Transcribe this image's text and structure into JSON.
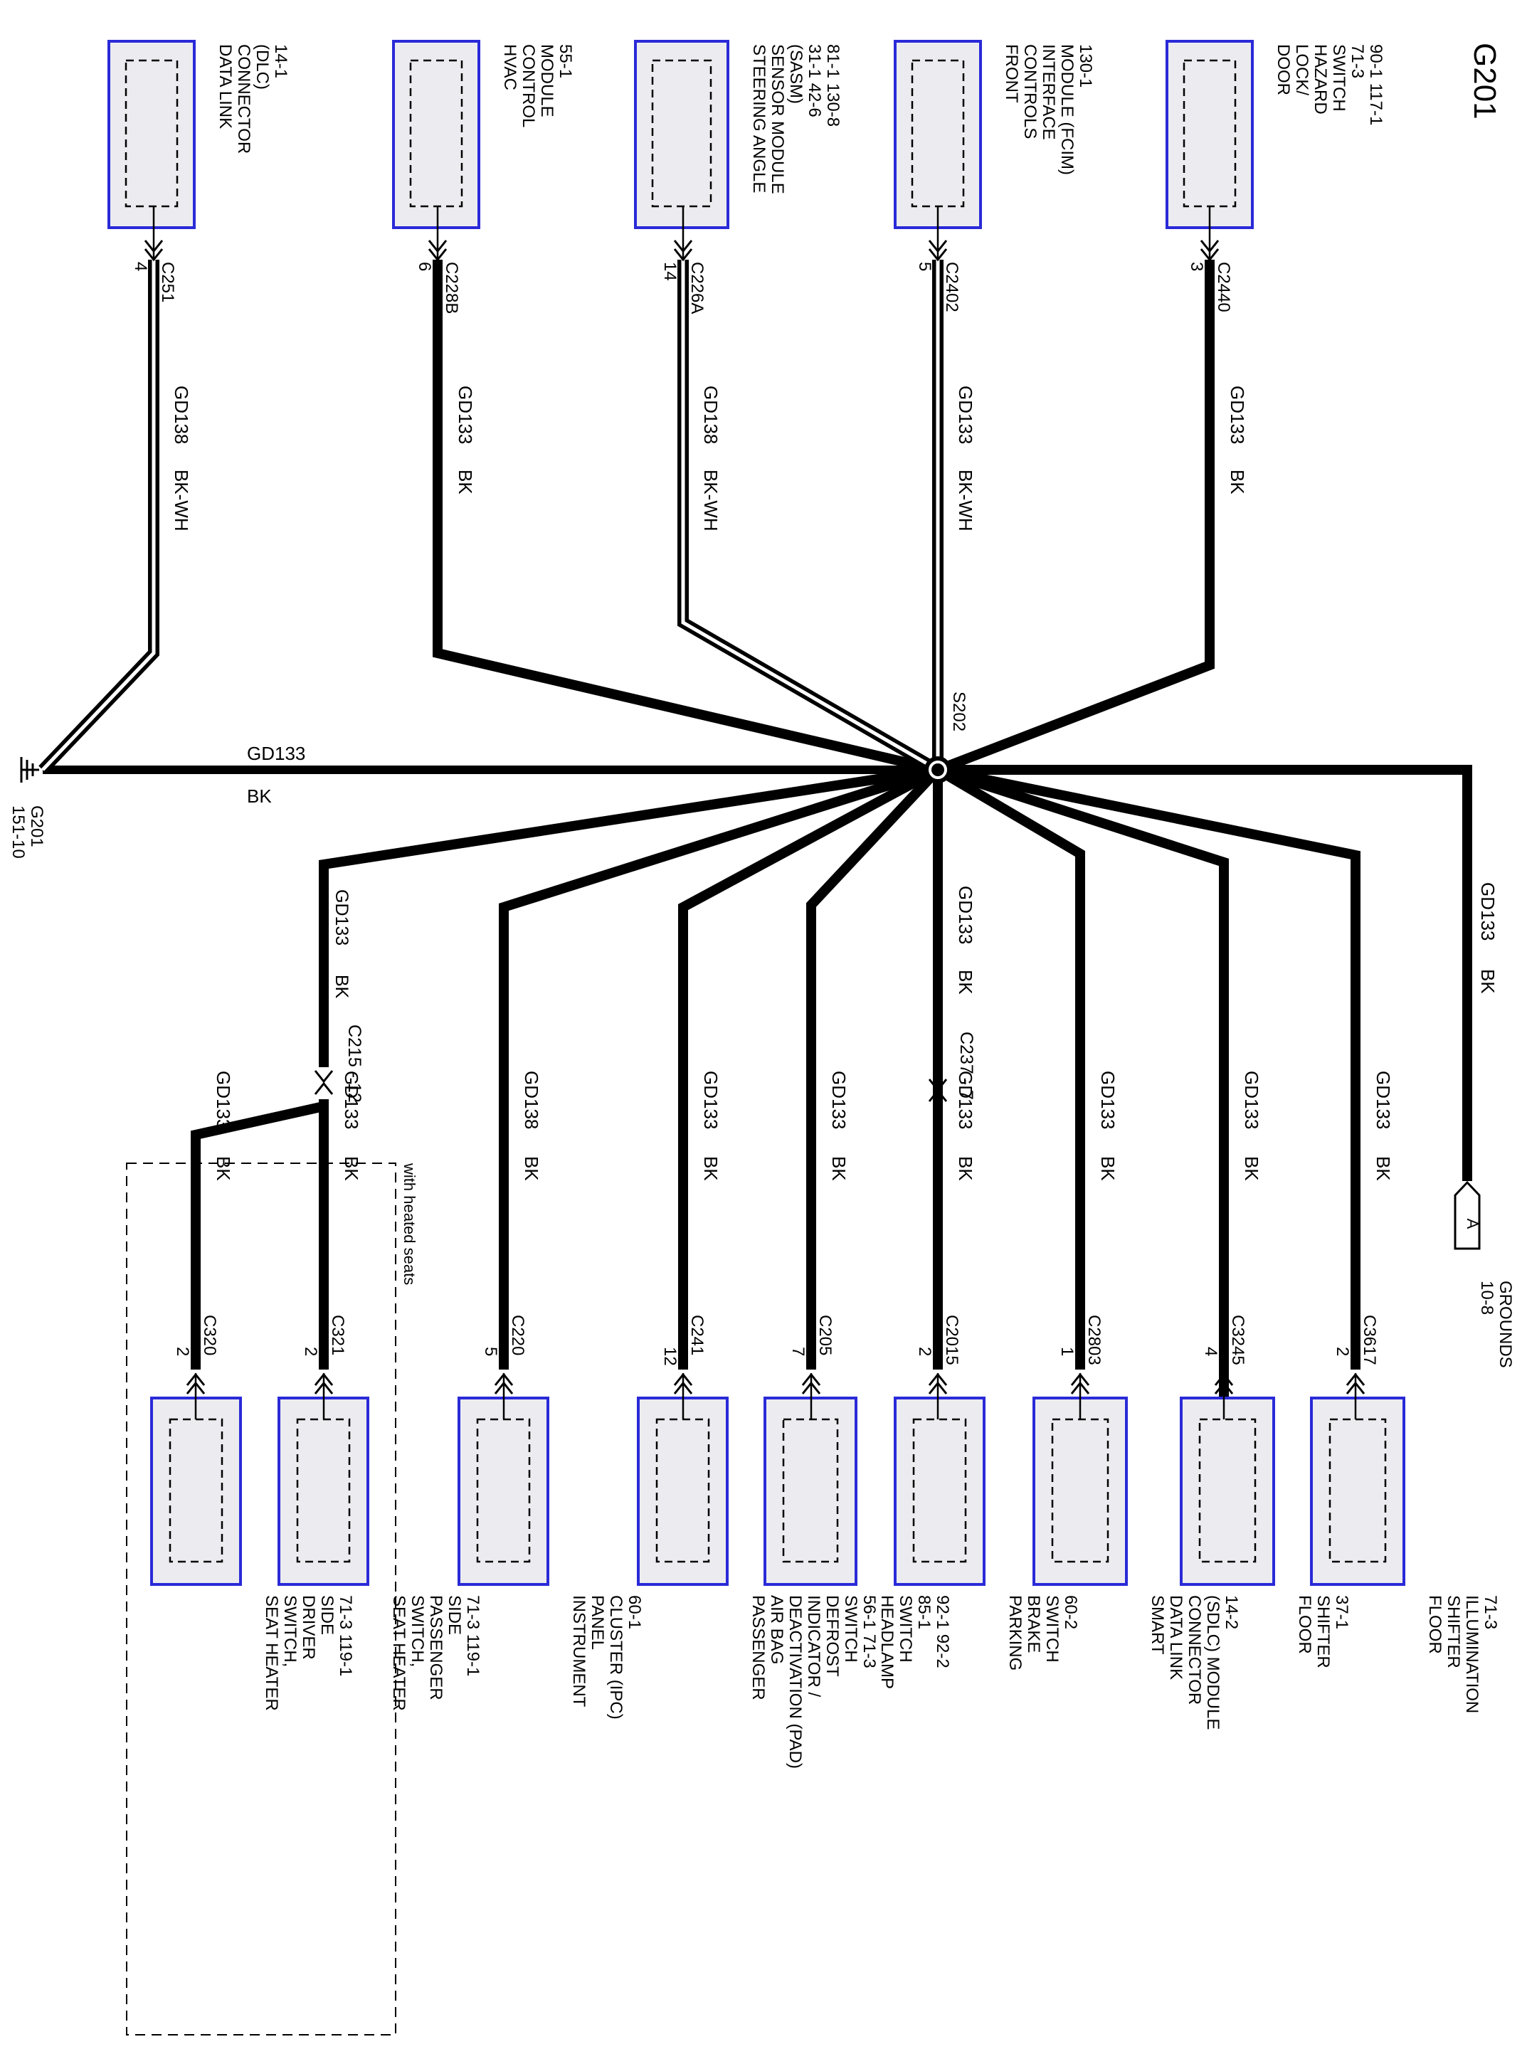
{
  "diagram": {
    "title": "G201",
    "splice": "S202",
    "ground_point": {
      "label": "G201",
      "ref": "151-10"
    },
    "ground_trunk": {
      "circuit": "GD133",
      "color": "BK"
    },
    "with_heated_seats": "with heated seats",
    "grounds_ref": {
      "letter": "A",
      "label": "GROUNDS",
      "ref": "10-8"
    },
    "upper_modules": [
      {
        "id": "door-lock",
        "lines": [
          "DOOR",
          "LOCK/",
          "HAZARD",
          "SWITCH",
          "71-3",
          "90-1          117-1"
        ],
        "connector": "C2440",
        "pin": "3",
        "circuit": "GD133",
        "color": "BK"
      },
      {
        "id": "fcim",
        "lines": [
          "FRONT",
          "CONTROLS",
          "INTERFACE",
          "MODULE (FCIM)",
          "130-1"
        ],
        "connector": "C2402",
        "pin": "5",
        "circuit": "GD133",
        "color": "BK-WH"
      },
      {
        "id": "sasm",
        "lines": [
          "STEERING ANGLE",
          "SENSOR MODULE",
          "(SASM)",
          "31-1          42-6",
          "81-1        130-8"
        ],
        "connector": "C226A",
        "pin": "14",
        "circuit": "GD138",
        "color": "BK-WH"
      },
      {
        "id": "hvac",
        "lines": [
          "HVAC",
          "CONTROL",
          "MODULE",
          "55-1"
        ],
        "connector": "C228B",
        "pin": "6",
        "circuit": "GD133",
        "color": "BK"
      },
      {
        "id": "dlc",
        "lines": [
          "DATA LINK",
          "CONNECTOR",
          "(DLC)",
          "14-1"
        ],
        "connector": "C251",
        "pin": "4",
        "circuit": "GD138",
        "color": "BK-WH"
      }
    ],
    "lower_modules": [
      {
        "id": "floor-shifter-illum",
        "lines": [
          "FLOOR",
          "SHIFTER",
          "ILLUMINATION",
          "71-3"
        ],
        "connector": "C3617",
        "pin": "2",
        "circuit": "GD133",
        "color": "BK"
      },
      {
        "id": "floor-shifter",
        "lines": [
          "FLOOR",
          "SHIFTER",
          "37-1"
        ],
        "connector": "C3245",
        "pin": "4",
        "circuit": "GD133",
        "color": "BK"
      },
      {
        "id": "sdlc",
        "lines": [
          "SMART",
          "DATA LINK",
          "CONNECTOR",
          "(SDLC) MODULE",
          "14-2"
        ],
        "connector": "C2803",
        "pin": "1",
        "circuit": "GD133",
        "color": "BK"
      },
      {
        "id": "parking-brake",
        "lines": [
          "PARKING",
          "BRAKE",
          "SWITCH",
          "60-2"
        ],
        "connector": "C2015",
        "pin": "2",
        "circuit": "GD133",
        "color": "BK",
        "inline": {
          "connector": "C237",
          "pin": "7",
          "circuit": "GD133",
          "color": "BK"
        }
      },
      {
        "id": "headlamp",
        "lines": [
          "HEADLAMP",
          "SWITCH",
          "85-1",
          "92-1    92-2"
        ],
        "connector": "C205",
        "pin": "7",
        "circuit": "GD133",
        "color": "BK"
      },
      {
        "id": "pad",
        "lines": [
          "PASSENGER",
          "AIR BAG",
          "DEACTIVATION (PAD)",
          "INDICATOR /",
          "DEFROST",
          "SWITCH",
          "56-1    71-3"
        ],
        "connector": "C241",
        "pin": "12",
        "circuit": "GD133",
        "color": "BK"
      },
      {
        "id": "ipc",
        "lines": [
          "INSTRUMENT",
          "PANEL",
          "CLUSTER (IPC)",
          "60-1"
        ],
        "connector": "C220",
        "pin": "5",
        "circuit": "GD138",
        "color": "BK"
      },
      {
        "id": "seat-pass",
        "lines": [
          "SEAT HEATER",
          "SWITCH,",
          "PASSENGER",
          "SIDE",
          "71-3        119-1"
        ],
        "connector": "C321",
        "pin": "2",
        "circuit": "GD133",
        "color": "BK"
      },
      {
        "id": "seat-drv",
        "lines": [
          "SEAT HEATER",
          "SWITCH,",
          "DRIVER",
          "SIDE",
          "71-3        119-1"
        ],
        "connector": "C320",
        "pin": "2",
        "circuit": "GD133",
        "color": "BK"
      }
    ],
    "seat_branch": {
      "connector": "C215",
      "pin": "12",
      "circuit": "GD133",
      "color": "BK"
    },
    "grounds_wire": {
      "circuit": "GD133",
      "color": "BK"
    }
  }
}
